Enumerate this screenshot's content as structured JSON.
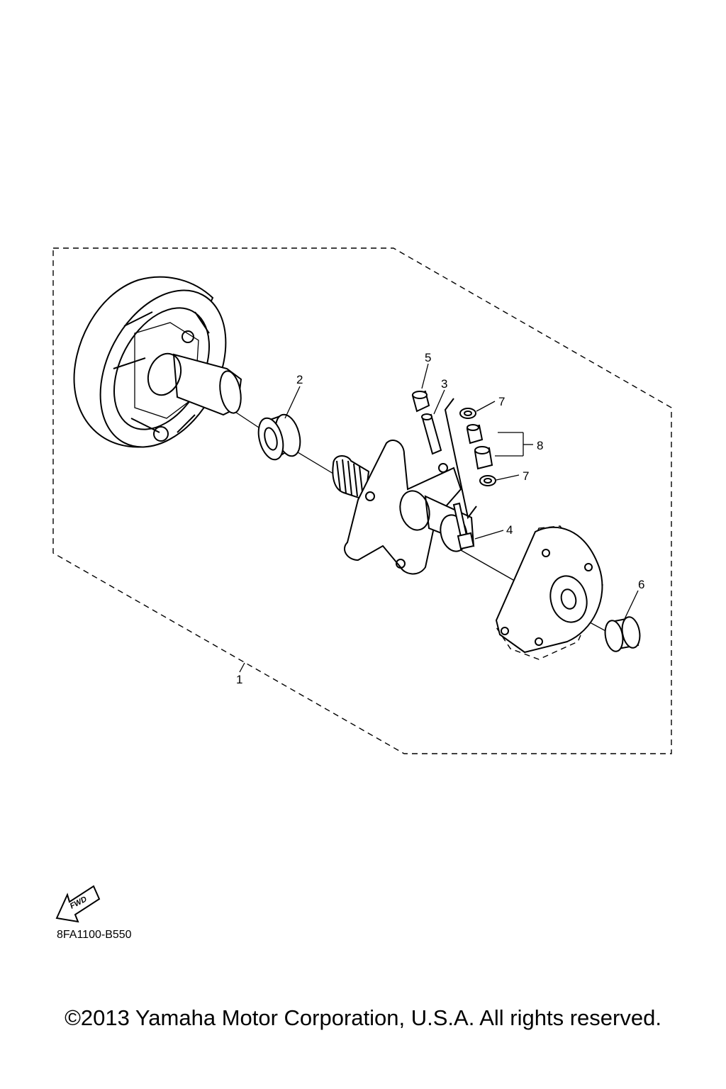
{
  "diagram": {
    "callouts": [
      "1",
      "2",
      "3",
      "4",
      "5",
      "6",
      "7",
      "7",
      "8"
    ],
    "fwd_label": "FWD"
  },
  "footer": {
    "code": "8FA1100-B550",
    "copyright": "©2013 Yamaha Motor Corporation, U.S.A. All rights reserved."
  }
}
